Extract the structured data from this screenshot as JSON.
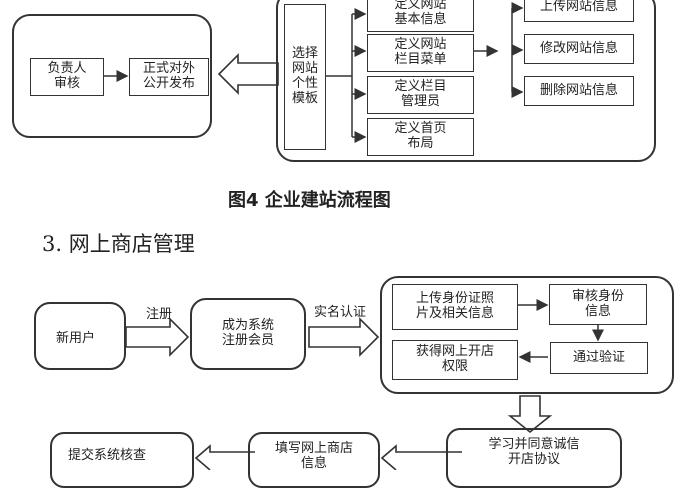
{
  "fig4": {
    "review": "负责人\n审核",
    "publish": "正式对外\n公开发布",
    "select_template": "选择\n网站\n个性\n模板",
    "define_basic": "定义网站\n基本信息",
    "define_menu": "定义网站\n栏目菜单",
    "define_manage": "定义栏目\n管理员",
    "define_home": "定义首页\n布局",
    "upload_info": "上传网站信息",
    "edit_info": "修改网站信息",
    "delete_info": "删除网站信息",
    "caption": "图4 企业建站流程图"
  },
  "section3": {
    "heading": "3. 网上商店管理",
    "new_user": "新用户",
    "register_label": "注册",
    "member": "成为系统\n注册会员",
    "realname_label": "实名认证",
    "upload_id": "上传身份证照\n片及相关信息",
    "review_id": "审核身份\n信息",
    "get_permission": "获得网上开店\n权限",
    "pass_verify": "通过验证",
    "learn": "学习并同意诚信\n开店协议",
    "fill_shop": "填写网上商店\n信息",
    "submit_review": "提交系统核查"
  }
}
